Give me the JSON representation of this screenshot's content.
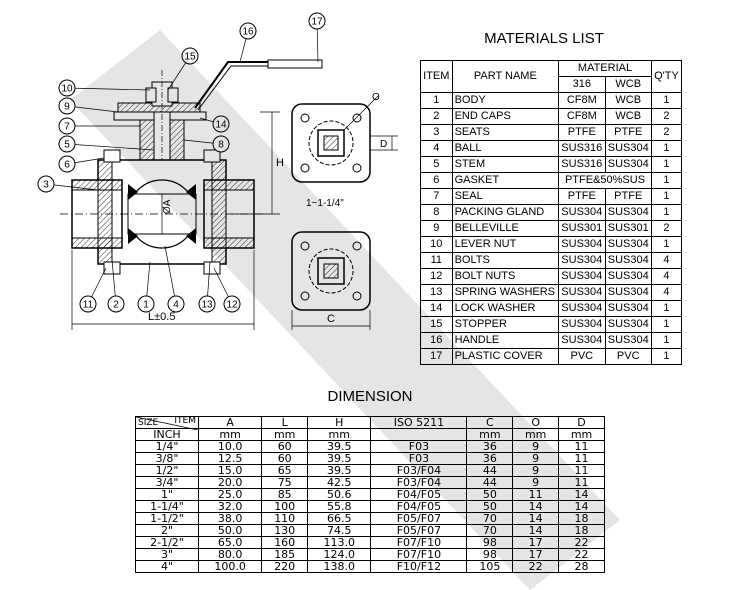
{
  "materials": {
    "title": "MATERIALS LIST",
    "headers": {
      "item": "ITEM",
      "part_name": "PART NAME",
      "material": "MATERIAL",
      "m1": "316",
      "m2": "WCB",
      "qty": "Q'TY"
    },
    "rows": [
      {
        "item": "1",
        "name": "BODY",
        "m1": "CF8M",
        "m2": "WCB",
        "qty": "1"
      },
      {
        "item": "2",
        "name": "END CAPS",
        "m1": "CF8M",
        "m2": "WCB",
        "qty": "2"
      },
      {
        "item": "3",
        "name": "SEATS",
        "m1": "PTFE",
        "m2": "PTFE",
        "qty": "2"
      },
      {
        "item": "4",
        "name": "BALL",
        "m1": "SUS316",
        "m2": "SUS304",
        "qty": "1"
      },
      {
        "item": "5",
        "name": "STEM",
        "m1": "SUS316",
        "m2": "SUS304",
        "qty": "1"
      },
      {
        "item": "6",
        "name": "GASKET",
        "m1": "PTFE&50%SUS",
        "m2": "",
        "qty": "1"
      },
      {
        "item": "7",
        "name": "SEAL",
        "m1": "PTFE",
        "m2": "PTFE",
        "qty": "1"
      },
      {
        "item": "8",
        "name": "PACKING GLAND",
        "m1": "SUS304",
        "m2": "SUS304",
        "qty": "1"
      },
      {
        "item": "9",
        "name": "BELLEVILLE",
        "m1": "SUS301",
        "m2": "SUS301",
        "qty": "2"
      },
      {
        "item": "10",
        "name": "LEVER NUT",
        "m1": "SUS304",
        "m2": "SUS304",
        "qty": "1"
      },
      {
        "item": "11",
        "name": "BOLTS",
        "m1": "SUS304",
        "m2": "SUS304",
        "qty": "4"
      },
      {
        "item": "12",
        "name": "BOLT NUTS",
        "m1": "SUS304",
        "m2": "SUS304",
        "qty": "4"
      },
      {
        "item": "13",
        "name": "SPRING WASHERS",
        "m1": "SUS304",
        "m2": "SUS304",
        "qty": "4"
      },
      {
        "item": "14",
        "name": "LOCK WASHER",
        "m1": "SUS304",
        "m2": "SUS304",
        "qty": "1"
      },
      {
        "item": "15",
        "name": "STOPPER",
        "m1": "SUS304",
        "m2": "SUS304",
        "qty": "1"
      },
      {
        "item": "16",
        "name": "HANDLE",
        "m1": "SUS304",
        "m2": "SUS304",
        "qty": "1"
      },
      {
        "item": "17",
        "name": "PLASTIC COVER",
        "m1": "PVC",
        "m2": "PVC",
        "qty": "1"
      }
    ]
  },
  "dimension": {
    "title": "DIMENSION",
    "corner": {
      "item": "ITEM",
      "size": "SIZE"
    },
    "columns": [
      "A",
      "L",
      "H",
      "ISO 5211",
      "C",
      "O",
      "D"
    ],
    "units": {
      "first": "INCH",
      "cols": [
        "mm",
        "mm",
        "mm",
        "",
        "mm",
        "mm",
        "mm"
      ]
    },
    "rows": [
      [
        "1/4\"",
        "10.0",
        "60",
        "39.5",
        "F03",
        "36",
        "9",
        "11"
      ],
      [
        "3/8\"",
        "12.5",
        "60",
        "39.5",
        "F03",
        "36",
        "9",
        "11"
      ],
      [
        "1/2\"",
        "15.0",
        "65",
        "39.5",
        "F03/F04",
        "44",
        "9",
        "11"
      ],
      [
        "3/4\"",
        "20.0",
        "75",
        "42.5",
        "F03/F04",
        "44",
        "9",
        "11"
      ],
      [
        "1\"",
        "25.0",
        "85",
        "50.6",
        "F04/F05",
        "50",
        "11",
        "14"
      ],
      [
        "1-1/4\"",
        "32.0",
        "100",
        "55.8",
        "F04/F05",
        "50",
        "14",
        "14"
      ],
      [
        "1-1/2\"",
        "38.0",
        "110",
        "66.5",
        "F05/F07",
        "70",
        "14",
        "18"
      ],
      [
        "2\"",
        "50.0",
        "130",
        "74.5",
        "F05/F07",
        "70",
        "14",
        "18"
      ],
      [
        "2-1/2\"",
        "65.0",
        "160",
        "113.0",
        "F07/F10",
        "98",
        "17",
        "22"
      ],
      [
        "3\"",
        "80.0",
        "185",
        "124.0",
        "F07/F10",
        "98",
        "17",
        "22"
      ],
      [
        "4\"",
        "100.0",
        "220",
        "138.0",
        "F10/F12",
        "105",
        "22",
        "28"
      ]
    ]
  },
  "drawing": {
    "balloons": [
      "1",
      "2",
      "3",
      "4",
      "5",
      "6",
      "7",
      "8",
      "9",
      "10",
      "11",
      "12",
      "13",
      "14",
      "15",
      "16",
      "17"
    ],
    "labels": {
      "H": "H",
      "L": "L±0.5",
      "A": "ØA",
      "C": "C",
      "D": "D",
      "O": "O",
      "size_note": "1~1-1/4\""
    }
  }
}
